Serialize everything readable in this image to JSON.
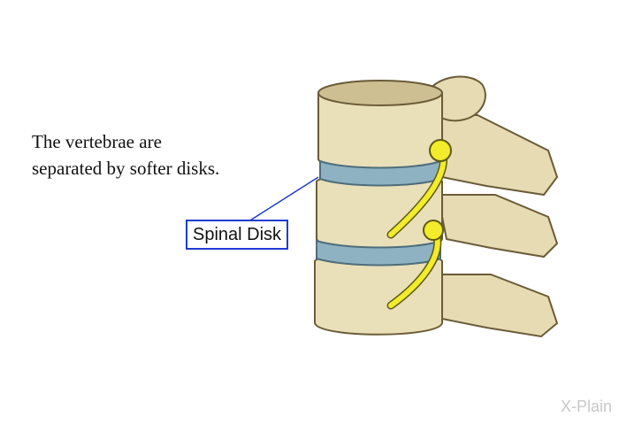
{
  "caption": {
    "line1": "The vertebrae are",
    "line2": "separated by softer disks."
  },
  "callout": {
    "label": "Spinal Disk"
  },
  "logo": {
    "text": "X-Plain"
  },
  "colors": {
    "bone": "#e9dfb9",
    "bone_shadow": "#c9b98a",
    "disk": "#8fb2c2",
    "nerve": "#f2ec2a",
    "callout_border": "#1f3cd1",
    "leader_line": "#1f3cd1"
  }
}
